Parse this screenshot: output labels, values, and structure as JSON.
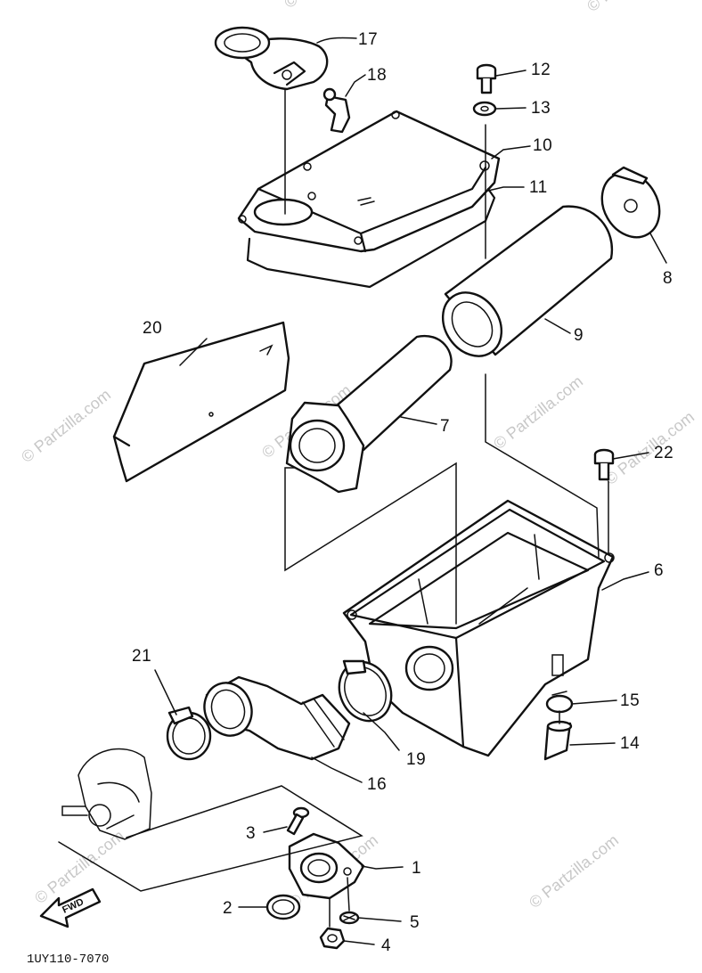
{
  "diagram": {
    "callouts": [
      {
        "id": "c1",
        "label": "1"
      },
      {
        "id": "c2",
        "label": "2"
      },
      {
        "id": "c3",
        "label": "3"
      },
      {
        "id": "c4",
        "label": "4"
      },
      {
        "id": "c5",
        "label": "5"
      },
      {
        "id": "c6",
        "label": "6"
      },
      {
        "id": "c7",
        "label": "7"
      },
      {
        "id": "c8",
        "label": "8"
      },
      {
        "id": "c9",
        "label": "9"
      },
      {
        "id": "c10",
        "label": "10"
      },
      {
        "id": "c11",
        "label": "11"
      },
      {
        "id": "c12",
        "label": "12"
      },
      {
        "id": "c13",
        "label": "13"
      },
      {
        "id": "c14",
        "label": "14"
      },
      {
        "id": "c15",
        "label": "15"
      },
      {
        "id": "c16",
        "label": "16"
      },
      {
        "id": "c17",
        "label": "17"
      },
      {
        "id": "c18",
        "label": "18"
      },
      {
        "id": "c19",
        "label": "19"
      },
      {
        "id": "c20",
        "label": "20"
      },
      {
        "id": "c21",
        "label": "21"
      },
      {
        "id": "c22",
        "label": "22"
      }
    ],
    "diagram_code": "1UY110-7070",
    "fwd_label": "FWD",
    "watermark": "© Partzilla.com"
  }
}
